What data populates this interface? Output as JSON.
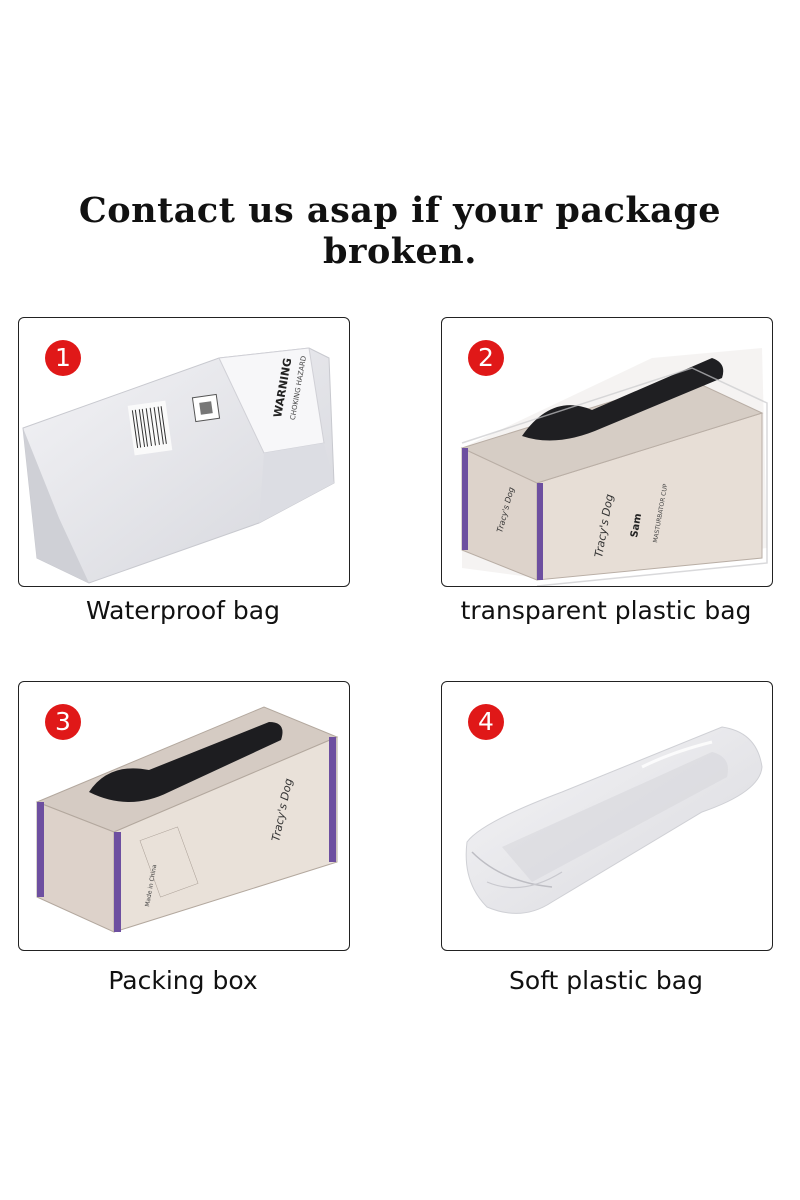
{
  "headline": "Contact us asap if your package broken.",
  "steps": [
    {
      "number": "1",
      "caption": "Waterproof bag",
      "label_warning": "WARNING",
      "label_sub": "CHOKING HAZARD"
    },
    {
      "number": "2",
      "caption": "transparent plastic bag",
      "brand": "Tracy's Dog",
      "model": "Sam",
      "product": "MASTURBATOR CUP"
    },
    {
      "number": "3",
      "caption": "Packing box",
      "brand": "Tracy's Dog",
      "made_in": "Made in China"
    },
    {
      "number": "4",
      "caption": "Soft plastic bag"
    }
  ],
  "colors": {
    "badge": "#e01818",
    "box": "#e7e0d9",
    "stripe": "#6d4fa0"
  }
}
